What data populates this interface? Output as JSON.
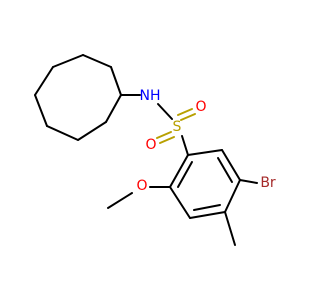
{
  "molecule": {
    "atoms": {
      "nh": "NH",
      "s": "S",
      "o_top": "O",
      "o_left": "O",
      "o_methoxy": "O",
      "br": "Br"
    },
    "colors": {
      "bond": "#000000",
      "nitrogen": "#0000ff",
      "oxygen": "#ff0000",
      "sulfur": "#b8a000",
      "bromine": "#a52a2a"
    }
  }
}
